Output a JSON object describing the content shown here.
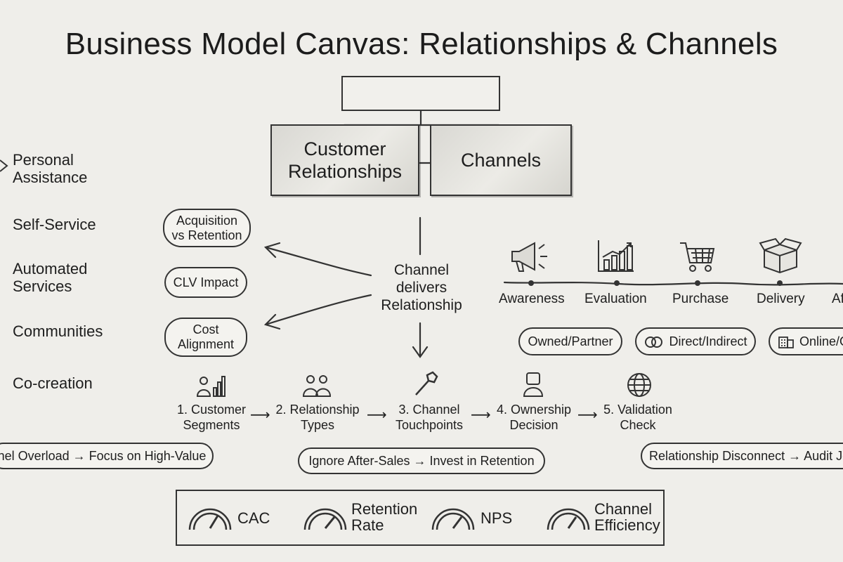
{
  "title": "Business Model Canvas: Relationships & Channels",
  "boxes": {
    "relationships": "Customer\nRelationships",
    "channels": "Channels"
  },
  "relationship_types": [
    "Personal\nAssistance",
    "Self-Service",
    "Automated\nServices",
    "Communities",
    "Co-creation"
  ],
  "considerations": [
    "Acquisition\nvs Retention",
    "CLV Impact",
    "Cost\nAlignment"
  ],
  "center_note": "Channel\ndelivers\nRelationship",
  "channel_stages": [
    "Awareness",
    "Evaluation",
    "Purchase",
    "Delivery",
    "Af"
  ],
  "channel_types": [
    "Owned/Partner",
    "Direct/Indirect",
    "Online/O"
  ],
  "steps": [
    "1. Customer\nSegments",
    "2. Relationship\nTypes",
    "3. Channel\nTouchpoints",
    "4. Ownership\nDecision",
    "5. Validation\nCheck"
  ],
  "pitfalls": [
    "nel Overload → Focus on High-Value",
    "Ignore After-Sales → Invest in Retention",
    "Relationship Disconnect → Audit Jo"
  ],
  "kpis": [
    "CAC",
    "Retention\nRate",
    "NPS",
    "Channel\nEfficiency"
  ],
  "colors": {
    "ink": "#333333",
    "paper": "#efeeea"
  }
}
